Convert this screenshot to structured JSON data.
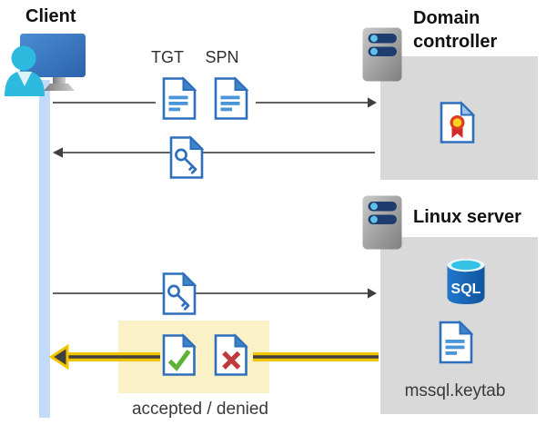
{
  "actors": {
    "client": {
      "label": "Client"
    },
    "domain_controller": {
      "label": "Domain controller"
    },
    "linux_server": {
      "label": "Linux server"
    }
  },
  "tickets": {
    "tgt_label": "TGT",
    "spn_label": "SPN"
  },
  "files": {
    "keytab_label": "mssql.keytab"
  },
  "result_label": "accepted / denied",
  "sql_badge": "SQL",
  "icons": {
    "client": "person-at-monitor-icon",
    "server": "server-icon",
    "ticket": "document-icon",
    "session_key": "key-document-icon",
    "certificate": "certificate-document-icon",
    "database": "sql-database-icon",
    "accepted": "check-document-icon",
    "denied": "cross-document-icon"
  },
  "colors": {
    "accent_blue": "#2E6FBD",
    "lifeline_blue": "#C1DBF8",
    "panel_gray": "#D9D9D9",
    "highlight_yellow": "#FAF2C6",
    "arrow_yellow": "#F2C500",
    "arrow_gray": "#4D4D4D",
    "success_green": "#5FB233",
    "error_red": "#C0393B",
    "sql_cyan": "#34C2E6",
    "person_cyan": "#2CBADF"
  }
}
